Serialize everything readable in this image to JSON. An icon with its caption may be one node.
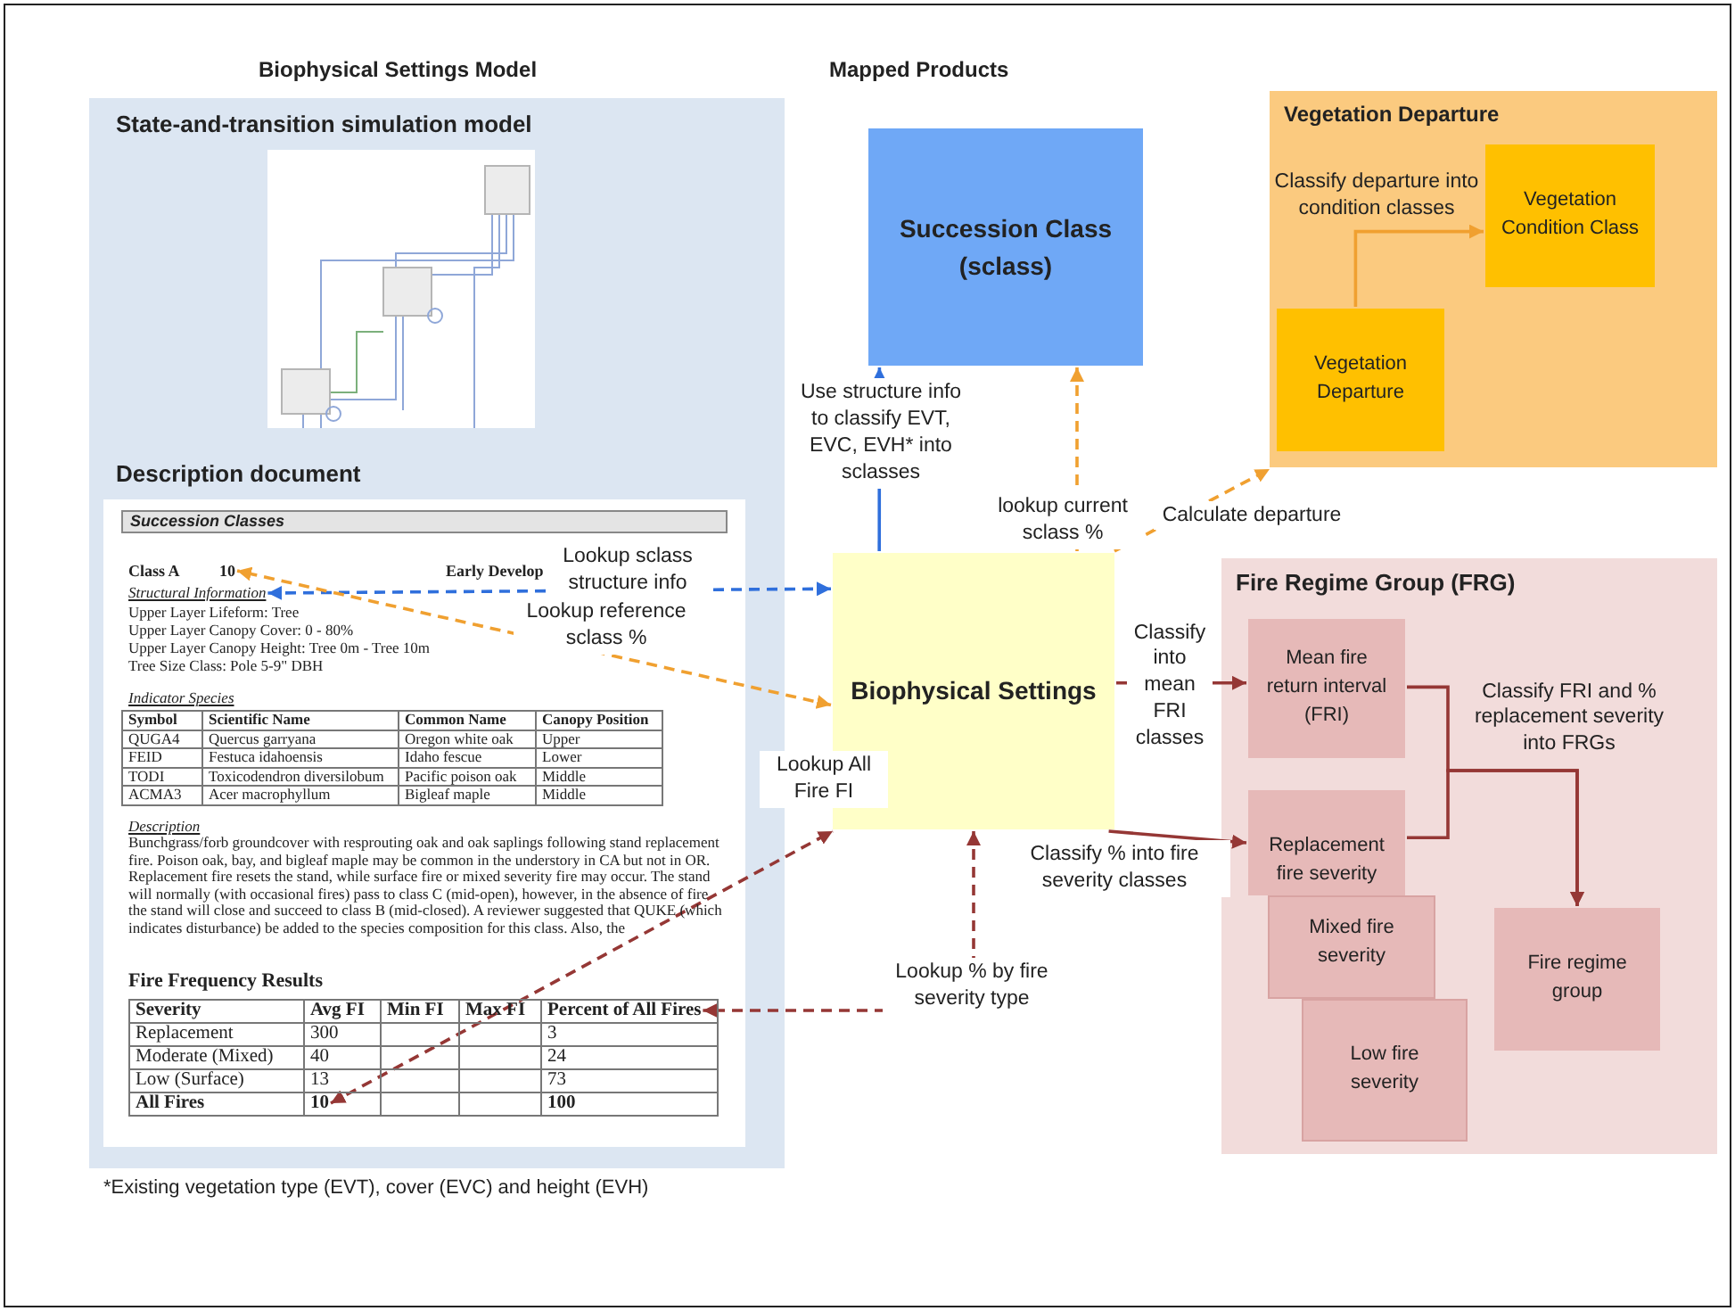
{
  "diagram": {
    "caption": "*Existing vegetation type (EVT), cover (EVC) and height (EVH)",
    "nodes": [
      {
        "text": [
          "Biophysical Settings Model"
        ]
      },
      {
        "text": [
          "State-and-transition simulation model"
        ],
        "in": 0
      },
      {
        "text": [
          "Description document"
        ],
        "in": 0
      },
      {
        "text": [
          "10"
        ],
        "in": 2
      },
      {
        "text": [
          "Structural Information"
        ],
        "in": 2
      },
      {
        "text": [
          "Percent of All Fires"
        ],
        "in": 2
      },
      {
        "text": [
          "10"
        ],
        "in": 2
      },
      {
        "text": [
          "Succession Class (sclass)"
        ]
      },
      {
        "text": [
          "Biophysical Settings"
        ]
      },
      {
        "text": [
          "Vegetation Departure"
        ]
      },
      {
        "text": [
          "Vegetation Condition Class"
        ],
        "in": 9
      },
      {
        "text": [
          "Vegetation Departure"
        ],
        "in": 9
      },
      {
        "text": [
          "Fire Regime Group (FRG)"
        ]
      },
      {
        "text": [
          "Mean fire return interval (FRI)"
        ],
        "in": 12
      },
      {
        "text": [
          "Replacement fire severity"
        ],
        "in": 12
      },
      {
        "text": [
          "Mixed fire severity"
        ],
        "in": 12
      },
      {
        "text": [
          "Low fire severity"
        ],
        "in": 12
      },
      {
        "text": [
          "Fire regime group"
        ],
        "in": 12
      }
    ],
    "edges": [
      {
        "from": 8,
        "to": 4,
        "arrow": "both",
        "label": "Lookup sclass structure info",
        "style": "dashed",
        "color": "#2f6fdc"
      },
      {
        "from": 8,
        "to": 3,
        "arrow": "both",
        "label": "Lookup reference sclass %",
        "style": "dashed",
        "color": "#f0a030"
      },
      {
        "from": 8,
        "to": 7,
        "arrow": "to",
        "label": "Use structure info to classify EVT, EVC, EVH* into sclasses",
        "color": "#2f6fdc"
      },
      {
        "from": 7,
        "to": 8,
        "arrow": "both",
        "label": "lookup current sclass %",
        "style": "dashed",
        "color": "#f0a030"
      },
      {
        "from": 8,
        "to": 9,
        "arrow": "to",
        "label": "Calculate departure",
        "style": "dashed",
        "color": "#f0a030"
      },
      {
        "from": 11,
        "to": 10,
        "arrow": "to",
        "label": "Classify departure into condition classes",
        "color": "#f0a030"
      },
      {
        "from": 8,
        "to": 13,
        "arrow": "to",
        "label": "Classify into mean FRI classes"
      },
      {
        "from": 8,
        "to": 14,
        "arrow": "to",
        "label": "Classify % into fire severity classes"
      },
      {
        "from": 13,
        "to": 17,
        "arrow": "to",
        "label": "Classify FRI and % replacement severity into FRGs"
      },
      {
        "from": 14,
        "to": 17,
        "arrow": "to"
      },
      {
        "from": 6,
        "to": 8,
        "arrow": "both",
        "label": "Lookup All Fire FI",
        "style": "dashed"
      },
      {
        "from": 8,
        "to": 5,
        "arrow": "both",
        "label": "Lookup % by fire severity type",
        "style": "dashed"
      }
    ],
    "labels": [
      "Mapped Products",
      "Succession Classes",
      "Class A",
      "Early Develop",
      "Upper Layer Lifeform: Tree",
      "Upper Layer Canopy Cover: 0 - 80%",
      "Upper Layer Canopy Height: Tree 0m - Tree 10m",
      "Tree Size Class: Pole 5-9\" DBH",
      "Indicator Species",
      "Symbol",
      "Scientific Name",
      "Common Name",
      "Canopy Position",
      "QUGA4",
      "Quercus garryana",
      "Oregon white oak",
      "Upper",
      "FEID",
      "Festuca idahoensis",
      "Idaho fescue",
      "Lower",
      "TODI",
      "Toxicodendron diversilobum",
      "Pacific poison oak",
      "Middle",
      "ACMA3",
      "Acer macrophyllum",
      "Bigleaf maple",
      "Middle",
      "Description",
      "Bunchgrass/forb groundcover with resprouting oak and oak saplings following stand replacement fire. Poison oak, bay, and bigleaf maple may be common in the understory in CA but not in OR. Replacement fire resets the stand, while surface fire or mixed severity fire may occur. The stand will normally (with occasional fires) pass to class C (mid-open), however, in the absence of fire the stand will close and succeed to class B (mid-closed). A reviewer suggested that QUKE (which indicates disturbance) be added to the species composition for this class. Also, the",
      "Fire Frequency Results",
      "Severity",
      "Avg FI",
      "Min FI",
      "Max FI",
      "Replacement",
      "300",
      "3",
      "Moderate (Mixed)",
      "40",
      "24",
      "Low (Surface)",
      "13",
      "73",
      "All Fires",
      "100"
    ]
  }
}
